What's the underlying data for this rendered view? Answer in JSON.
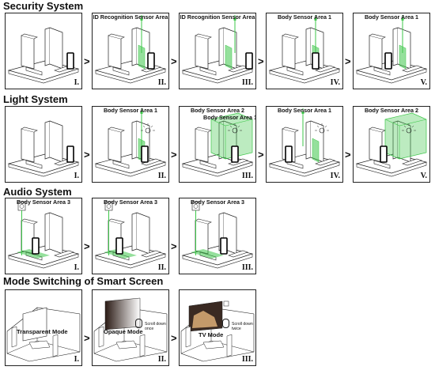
{
  "sections": {
    "security": {
      "title": "Security System",
      "labels": [
        "",
        "ID Recognition Sensor Area",
        "ID Recognition Sensor Area",
        "Body Sensor Area 1",
        "Body Sensor Area 1"
      ],
      "numerals": [
        "I.",
        "II.",
        "III.",
        "IV.",
        "V."
      ]
    },
    "light": {
      "title": "Light System",
      "labels": [
        "",
        "Body Sensor Area 1",
        "Body Sensor Area 2",
        "Body Sensor Area 1",
        "Body Sensor Area 2"
      ],
      "label_extra": "Body Sensor Area 1",
      "numerals": [
        "I.",
        "II.",
        "III.",
        "IV.",
        "V."
      ]
    },
    "audio": {
      "title": "Audio System",
      "labels": [
        "Body Sensor Area 3",
        "Body Sensor Area 3",
        "Body Sensor Area 3"
      ],
      "numerals": [
        "I.",
        "II.",
        "III."
      ]
    },
    "mode": {
      "title": "Mode Switching of Smart Screen",
      "modes": [
        "Transparent Mode",
        "Opaque Mode",
        "TV Mode"
      ],
      "notes": [
        "Scroll down once",
        "Scroll down twice"
      ],
      "numerals": [
        "I.",
        "II.",
        "III."
      ]
    }
  },
  "arrow_glyph": ">",
  "colors": {
    "sensor_green": "#3ec74a",
    "line": "#222222"
  }
}
